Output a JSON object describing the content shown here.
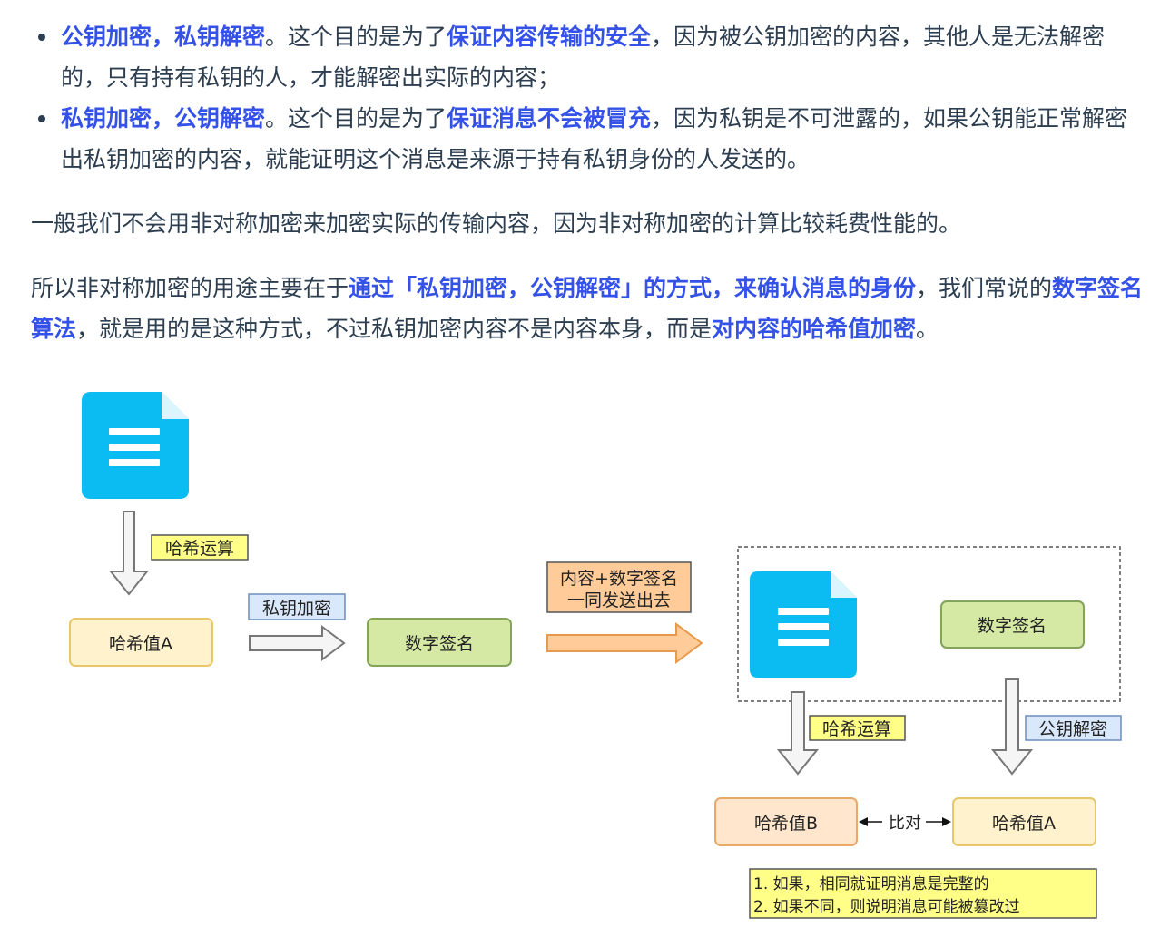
{
  "bullets": [
    {
      "segments": [
        {
          "text": "公钥加密，私钥解密",
          "highlight": true
        },
        {
          "text": "。这个目的是为了",
          "highlight": false
        },
        {
          "text": "保证内容传输的安全",
          "highlight": true
        },
        {
          "text": "，因为被公钥加密的内容，其他人是无法解密的，只有持有私钥的人，才能解密出实际的内容；",
          "highlight": false
        }
      ]
    },
    {
      "segments": [
        {
          "text": "私钥加密，公钥解密",
          "highlight": true
        },
        {
          "text": "。这个目的是为了",
          "highlight": false
        },
        {
          "text": "保证消息不会被冒充",
          "highlight": true
        },
        {
          "text": "，因为私钥是不可泄露的，如果公钥能正常解密出私钥加密的内容，就能证明这个消息是来源于持有私钥身份的人发送的。",
          "highlight": false
        }
      ]
    }
  ],
  "paragraph1": "一般我们不会用非对称加密来加密实际的传输内容，因为非对称加密的计算比较耗费性能的。",
  "paragraph2": [
    {
      "text": "所以非对称加密的用途主要在于",
      "highlight": false
    },
    {
      "text": "通过「私钥加密，公钥解密」的方式，来确认消息的身份",
      "highlight": true
    },
    {
      "text": "，我们常说的",
      "highlight": false
    },
    {
      "text": "数字签名算法",
      "highlight": true
    },
    {
      "text": "，就是用的是这种方式，不过私钥加密内容不是内容本身，而是",
      "highlight": false
    },
    {
      "text": "对内容的哈希值加密",
      "highlight": true
    },
    {
      "text": "。",
      "highlight": false
    }
  ],
  "diagram": {
    "label_hash_op_1": "哈希运算",
    "box_hash_a_1": "哈希值A",
    "label_private_encrypt": "私钥加密",
    "box_signature_1": "数字签名",
    "label_send_line1": "内容+数字签名",
    "label_send_line2": "一同发送出去",
    "box_signature_2": "数字签名",
    "label_hash_op_2": "哈希运算",
    "label_public_decrypt": "公钥解密",
    "box_hash_b": "哈希值B",
    "compare_label": "比对",
    "box_hash_a_2": "哈希值A",
    "note_line1": "1. 如果，相同就证明消息是完整的",
    "note_line2": "2. 如果不同，则说明消息可能被篡改过",
    "colors": {
      "doc_icon": "#0bbcf3",
      "box_hash_fill": "#fff2cc",
      "box_hash_stroke": "#e8c76a",
      "box_sig_fill": "#d5e8a4",
      "box_sig_stroke": "#82a35a",
      "label_yellow_fill": "#ffff88",
      "label_blue_fill": "#dae8fc",
      "label_blue_stroke": "#6c8ebf",
      "send_label_fill": "#ffcc99",
      "send_arrow_fill": "#ffcc99",
      "send_arrow_stroke": "#e59a4e",
      "hash_b_fill": "#ffe6cc"
    }
  }
}
